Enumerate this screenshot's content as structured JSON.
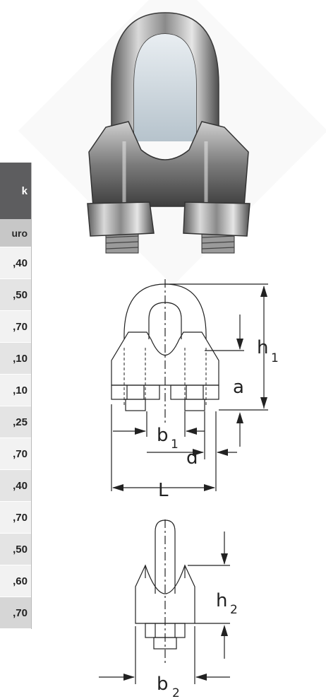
{
  "table": {
    "header": "k",
    "subheader": "uro",
    "rows": [
      ",40",
      ",50",
      ",70",
      ",10",
      ",10",
      ",25",
      ",70",
      ",40",
      ",70",
      ",50",
      ",60",
      ",70"
    ]
  },
  "drawing": {
    "labels": {
      "h1": "h",
      "h1_sub": "1",
      "a": "a",
      "b1": "b",
      "b1_sub": "1",
      "d": "d",
      "L": "L",
      "h2": "h",
      "h2_sub": "2",
      "b2": "b",
      "b2_sub": "2"
    }
  }
}
